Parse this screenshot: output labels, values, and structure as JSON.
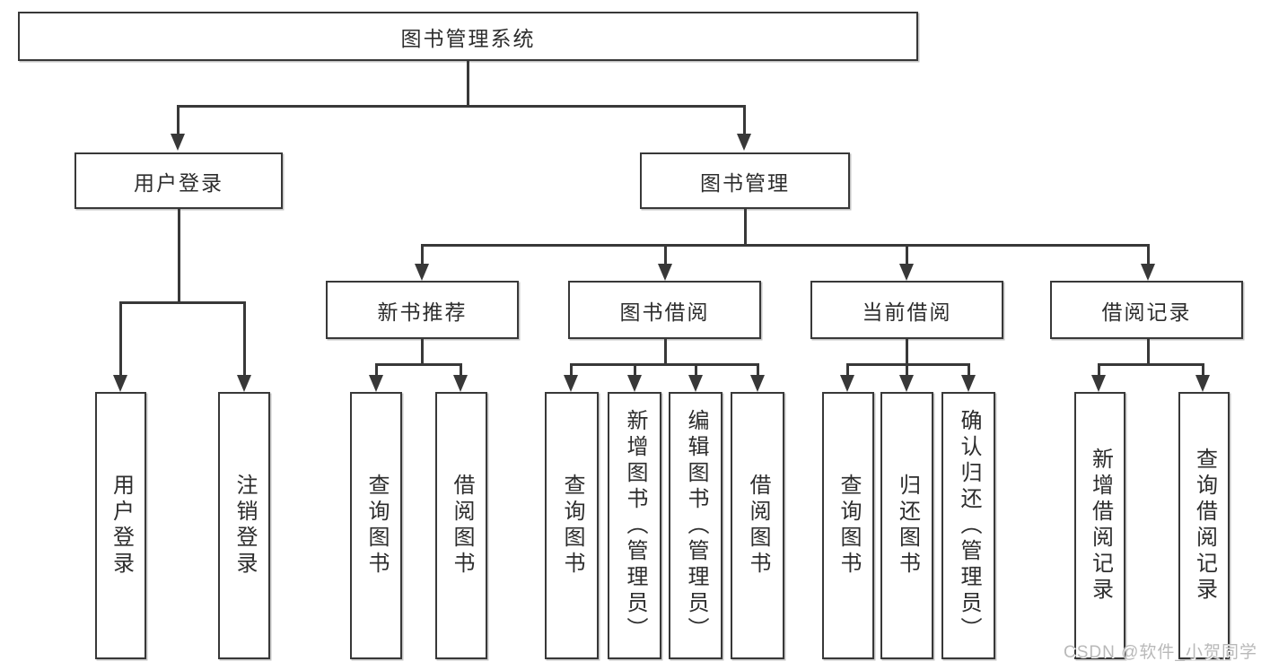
{
  "root": {
    "label": "图书管理系统"
  },
  "branches": [
    {
      "label": "用户登录",
      "children": [
        {
          "label": "用户登录"
        },
        {
          "label": "注销登录"
        }
      ]
    },
    {
      "label": "图书管理",
      "children": [
        {
          "label": "新书推荐",
          "children": [
            {
              "label": "查询图书"
            },
            {
              "label": "借阅图书"
            }
          ]
        },
        {
          "label": "图书借阅",
          "children": [
            {
              "label": "查询图书"
            },
            {
              "label": "新增图书（管理员）"
            },
            {
              "label": "编辑图书（管理员）"
            },
            {
              "label": "借阅图书"
            }
          ]
        },
        {
          "label": "当前借阅",
          "children": [
            {
              "label": "查询图书"
            },
            {
              "label": "归还图书"
            },
            {
              "label": "确认归还（管理员）"
            }
          ]
        },
        {
          "label": "借阅记录",
          "children": [
            {
              "label": "新增借阅记录"
            },
            {
              "label": "查询借阅记录"
            }
          ]
        }
      ]
    }
  ],
  "watermark": {
    "text": "CSDN @软件_小贺同学"
  },
  "colors": {
    "line": "#383838",
    "box_border": "#383838",
    "text": "#2d2d2d",
    "watermark": "#b9b9b9",
    "background": "#ffffff"
  }
}
